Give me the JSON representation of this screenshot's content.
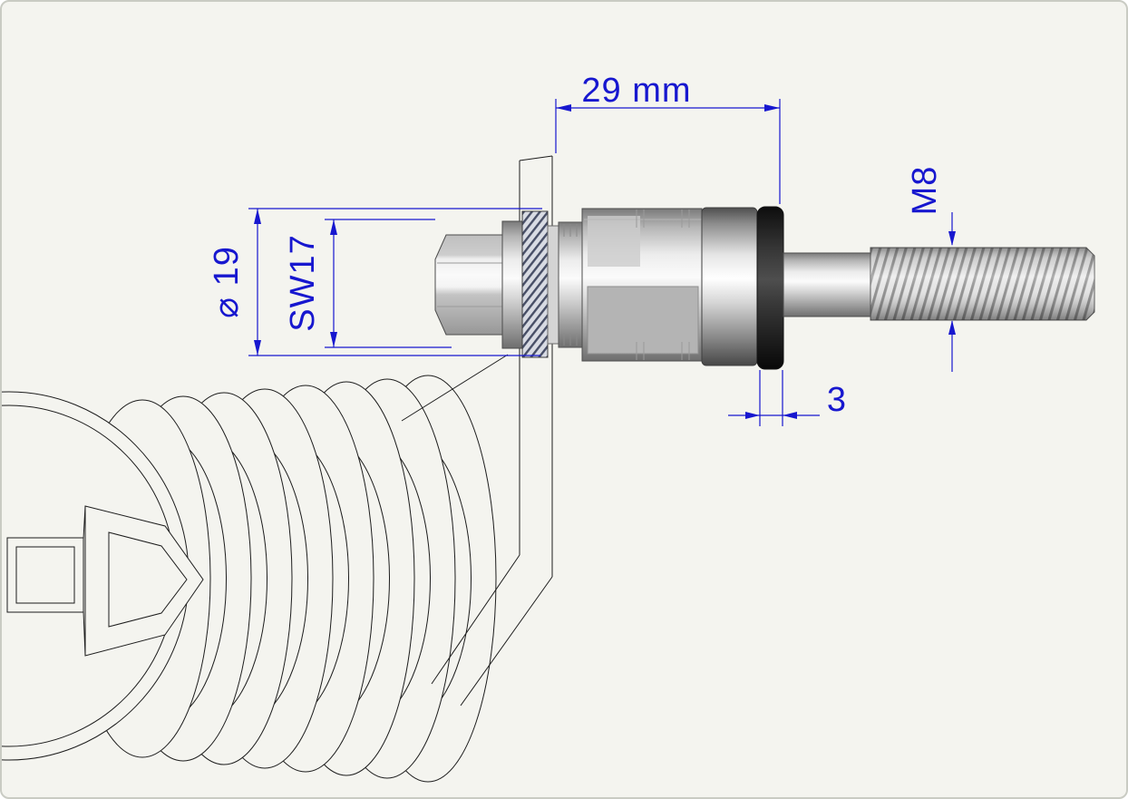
{
  "drawing": {
    "dim_width": "29 mm",
    "dim_thread": "M8",
    "dim_diameter": "⌀ 19",
    "dim_wrench": "SW17",
    "dim_gap": "3"
  },
  "colors": {
    "dimension_blue": "#1717cf",
    "line_black": "#1d1d1d",
    "background": "#f4f4ef",
    "border": "#c9cbc3",
    "seal_black": "#141414"
  }
}
